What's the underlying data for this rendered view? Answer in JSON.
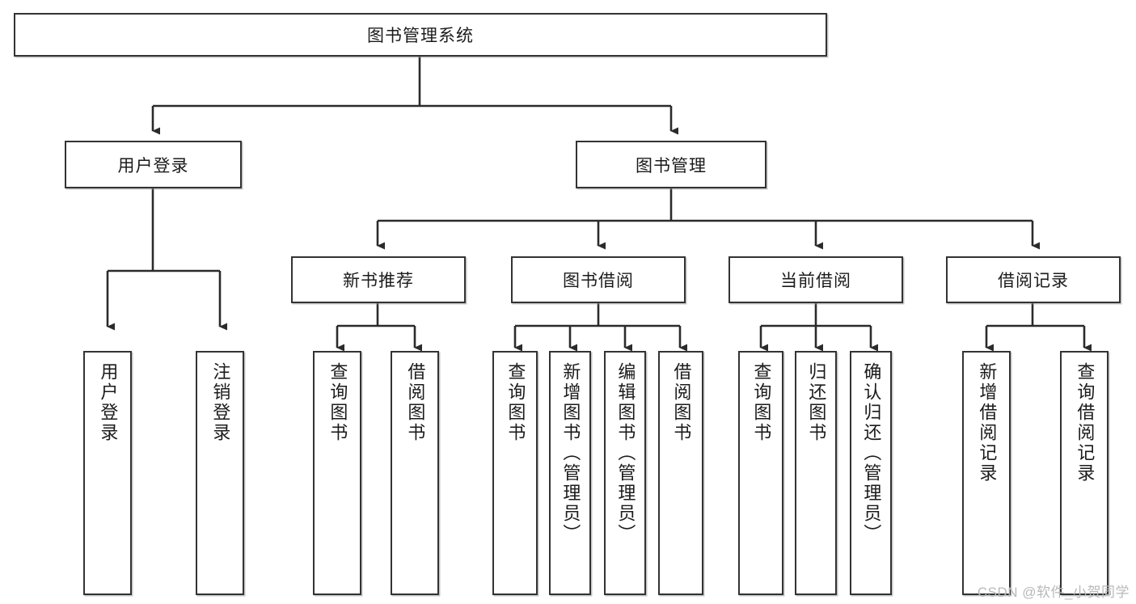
{
  "diagram": {
    "title": "图书管理系统",
    "type": "hierarchy-tree",
    "watermark": "CSDN @软件_小贺同学",
    "colors": {
      "border": "#333333",
      "background": "#ffffff",
      "text": "#1b1b1b",
      "watermark": "#b9b9b9"
    },
    "levels": {
      "root": {
        "label": "图书管理系统"
      },
      "level2": [
        {
          "label": "用户登录"
        },
        {
          "label": "图书管理"
        }
      ],
      "level3": [
        {
          "label": "新书推荐"
        },
        {
          "label": "图书借阅"
        },
        {
          "label": "当前借阅"
        },
        {
          "label": "借阅记录"
        }
      ],
      "leaves": [
        {
          "label": "用户登录",
          "parent": "用户登录"
        },
        {
          "label": "注销登录",
          "parent": "用户登录"
        },
        {
          "label": "查询图书",
          "parent": "新书推荐"
        },
        {
          "label": "借阅图书",
          "parent": "新书推荐"
        },
        {
          "label": "查询图书",
          "parent": "图书借阅"
        },
        {
          "label": "新增图书（管理员）",
          "parent": "图书借阅"
        },
        {
          "label": "编辑图书（管理员）",
          "parent": "图书借阅"
        },
        {
          "label": "借阅图书",
          "parent": "图书借阅"
        },
        {
          "label": "查询图书",
          "parent": "当前借阅"
        },
        {
          "label": "归还图书",
          "parent": "当前借阅"
        },
        {
          "label": "确认归还（管理员）",
          "parent": "当前借阅"
        },
        {
          "label": "新增借阅记录",
          "parent": "借阅记录"
        },
        {
          "label": "查询借阅记录",
          "parent": "借阅记录"
        }
      ]
    }
  }
}
